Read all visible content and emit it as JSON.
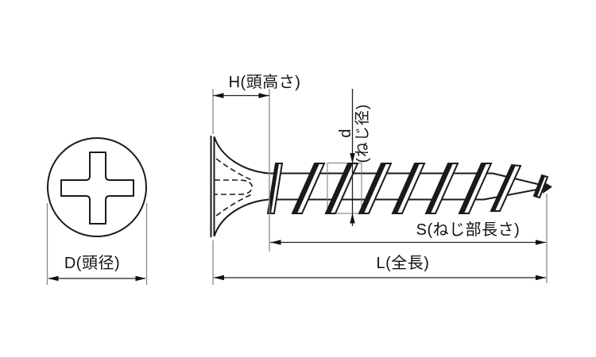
{
  "diagram": {
    "type": "technical-drawing",
    "labels": {
      "head_height": "H(頭高さ)",
      "thread_diameter_symbol": "d",
      "thread_diameter_name": "(ねじ径)",
      "thread_section_length": "S(ねじ部長さ)",
      "overall_length": "L(全長)",
      "head_diameter": "D(頭径)"
    },
    "colors": {
      "background": "#ffffff",
      "part_outline": "#1a1a1a",
      "dimension_line": "#222222",
      "extension_line": "#888888",
      "text": "#111111"
    }
  }
}
